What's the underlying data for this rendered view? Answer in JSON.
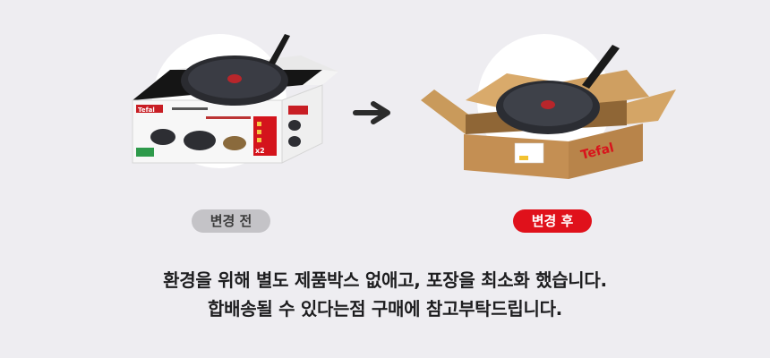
{
  "brand": {
    "name": "Tefal"
  },
  "before": {
    "label": "변경 전",
    "box_count_badge": "x2"
  },
  "after": {
    "label": "변경 후"
  },
  "notice": {
    "line1": "환경을 위해 별도 제품박스 없애고, 포장을 최소화 했습니다.",
    "line2": "합배송될 수 있다는점 구매에 참고부탁드립니다."
  },
  "colors": {
    "accent": "#e0111b",
    "before_pill": "#c4c3c7",
    "background": "#eeedf1",
    "cardboard": "#c89a5e"
  }
}
